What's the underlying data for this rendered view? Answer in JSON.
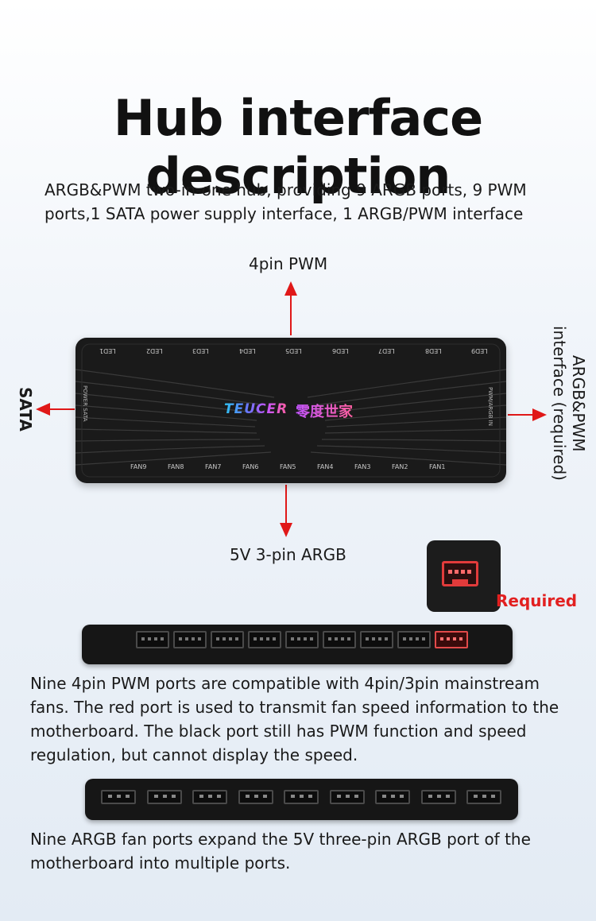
{
  "title": "Hub interface description",
  "intro": {
    "line1": "ARGB&PWM two-in-one hub, providing 9 ARGB ports, 9 PWM",
    "line2": "ports,1 SATA power supply interface, 1 ARGB/PWM interface"
  },
  "labels": {
    "top": "4pin PWM",
    "bottom": "5V 3-pin ARGB",
    "left": "SATA",
    "right_line1": "ARGB&PWM",
    "right_line2": "interface (required)",
    "required": "Required"
  },
  "hub": {
    "led_ports": [
      "LED1",
      "LED2",
      "LED3",
      "LED4",
      "LED5",
      "LED6",
      "LED7",
      "LED8",
      "LED9"
    ],
    "fan_ports": [
      "FAN9",
      "FAN8",
      "FAN7",
      "FAN6",
      "FAN5",
      "FAN4",
      "FAN3",
      "FAN2",
      "FAN1"
    ],
    "left_side": "POWER SATA",
    "right_side": "PWM/ARGB IN",
    "brand": "TEUCER",
    "brand_cn": "零度世家"
  },
  "pwm_section": {
    "line1": "Nine 4pin PWM ports are compatible with 4pin/3pin mainstream",
    "line2": "fans. The red port is used to transmit fan speed information to the",
    "line3": "motherboard. The black port still has PWM function and speed",
    "line4": "regulation, but cannot display the speed."
  },
  "argb_section": {
    "line1": "Nine ARGB fan ports expand the 5V three-pin ARGB port of the",
    "line2": "motherboard into multiple ports."
  },
  "colors": {
    "arrow": "#e01818",
    "required_port": "#e24a4a",
    "hub_body": "#1a1a1a"
  }
}
